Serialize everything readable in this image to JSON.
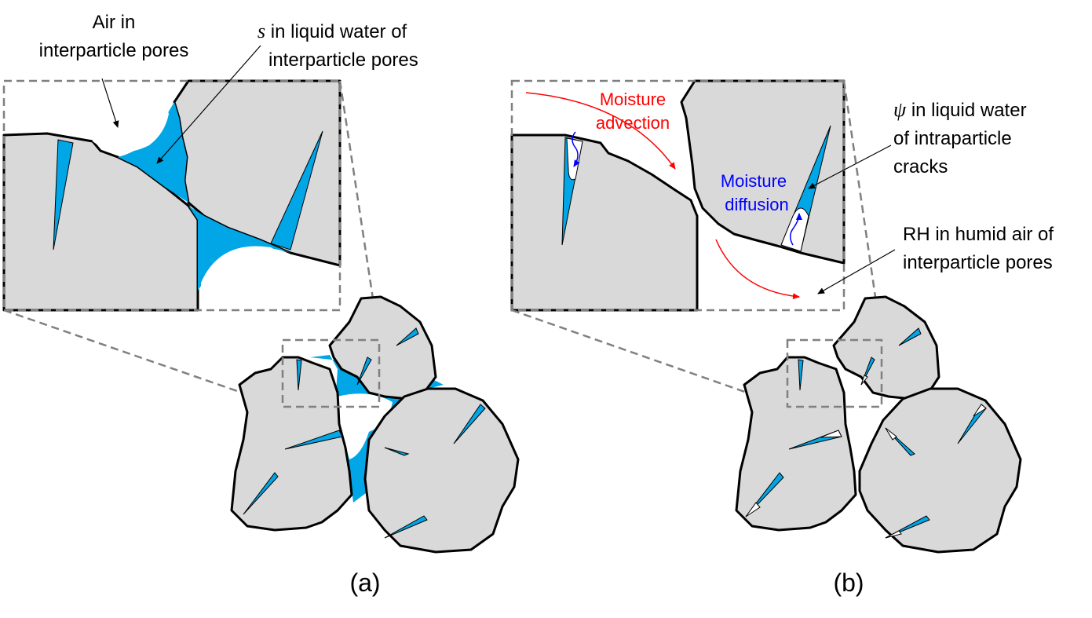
{
  "panel_a": {
    "caption": "(a)",
    "label_air_line1": "Air in",
    "label_air_line2": "interparticle pores",
    "label_s_symbol": "s",
    "label_s_line1": " in liquid water of",
    "label_s_line2": "interparticle pores"
  },
  "panel_b": {
    "caption": "(b)",
    "advection_line1": "Moisture",
    "advection_line2": "advection",
    "diffusion_line1": "Moisture",
    "diffusion_line2": "diffusion",
    "label_psi_symbol": "ψ",
    "label_psi_line1": " in liquid water",
    "label_psi_line2": "of intraparticle",
    "label_psi_line3": "cracks",
    "label_rh_line1": "RH in humid air of",
    "label_rh_line2": "interparticle pores"
  },
  "colors": {
    "water": "#00a6e6",
    "particle": "#d9d9d9",
    "advection": "#ff0000",
    "diffusion": "#0000ff",
    "zoom_box": "#808080"
  }
}
